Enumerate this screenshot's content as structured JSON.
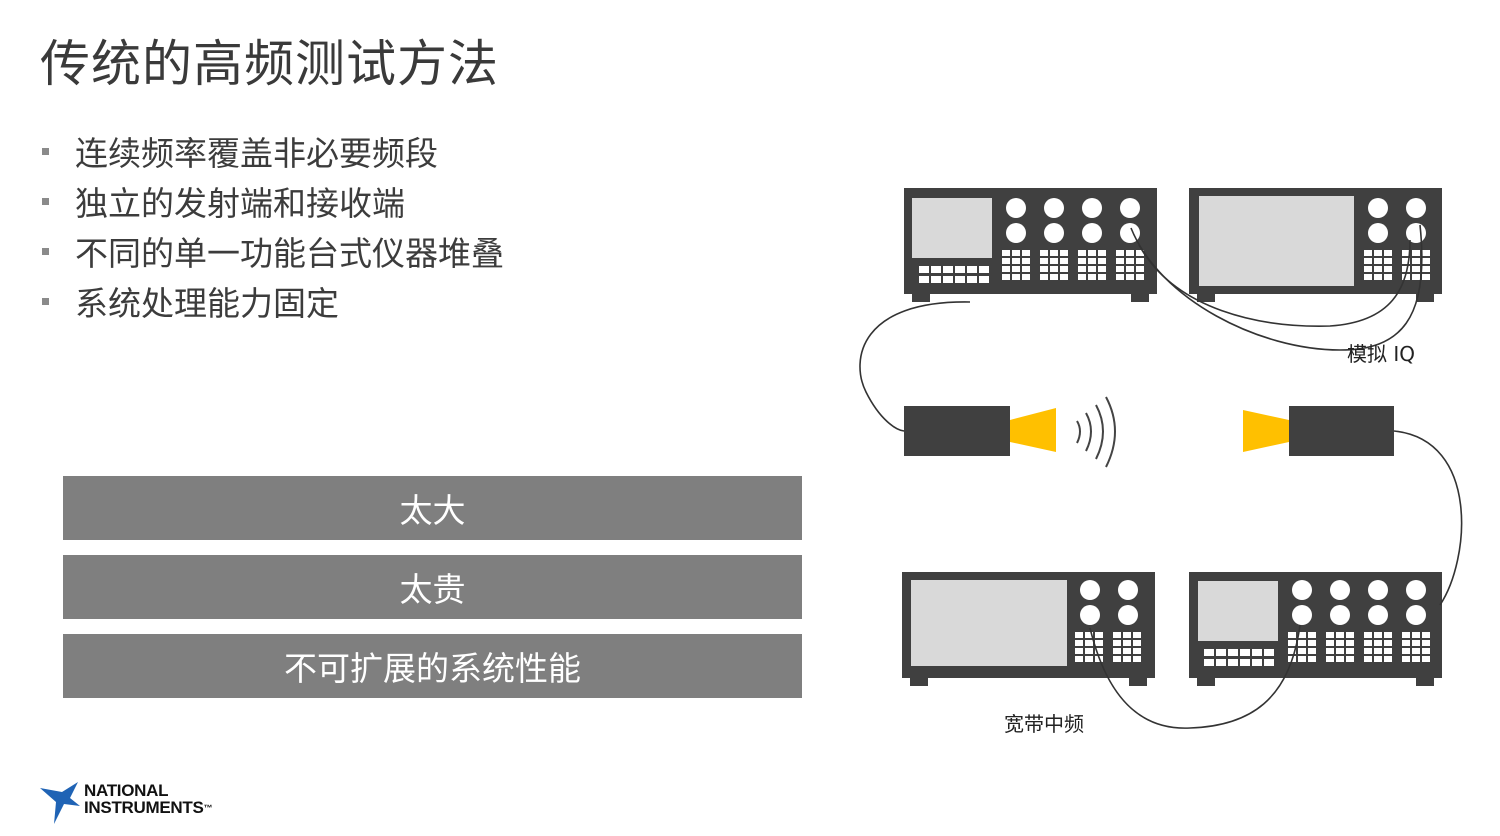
{
  "title": "传统的高频测试方法",
  "bullets": [
    "连续频率覆盖非必要频段",
    "独立的发射端和接收端",
    "不同的单一功能台式仪器堆叠",
    "系统处理能力固定"
  ],
  "conclusions": [
    "太大",
    "太贵",
    "不可扩展的系统性能"
  ],
  "diagram": {
    "label_iq": "模拟 IQ",
    "label_if": "宽带中频"
  },
  "logo": {
    "line1": "NATIONAL",
    "line2": "INSTRUMENTS",
    "mark": "™"
  },
  "colors": {
    "instrument": "#404040",
    "screen": "#d9d9d9",
    "antenna": "#ffc000",
    "bar": "#7f7f7f",
    "logo_blue": "#1f63b5"
  }
}
